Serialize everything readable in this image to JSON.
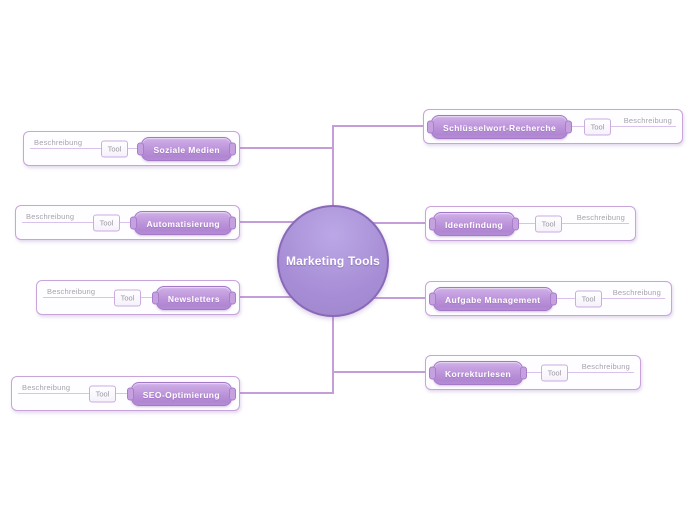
{
  "diagram": {
    "root_label": "Marketing Tools",
    "description_label": "Beschreibung",
    "tool_label": "Tool",
    "branches": [
      {
        "label": "Soziale Medien",
        "side": "left"
      },
      {
        "label": "Automatisierung",
        "side": "left"
      },
      {
        "label": "Newsletters",
        "side": "left"
      },
      {
        "label": "SEO-Optimierung",
        "side": "left"
      },
      {
        "label": "Schlüsselwort-Recherche",
        "side": "right"
      },
      {
        "label": "Ideenfindung",
        "side": "right"
      },
      {
        "label": "Aufgabe Management",
        "side": "right"
      },
      {
        "label": "Korrekturlesen",
        "side": "right"
      }
    ],
    "colors": {
      "node_accent": "#b086d2",
      "node_border": "#a478c8",
      "edge": "#c49ed9",
      "root_fill": "#a78dd5",
      "root_border": "#8a6ab8",
      "muted_text": "#a7a3ad",
      "background": "#ffffff"
    }
  }
}
